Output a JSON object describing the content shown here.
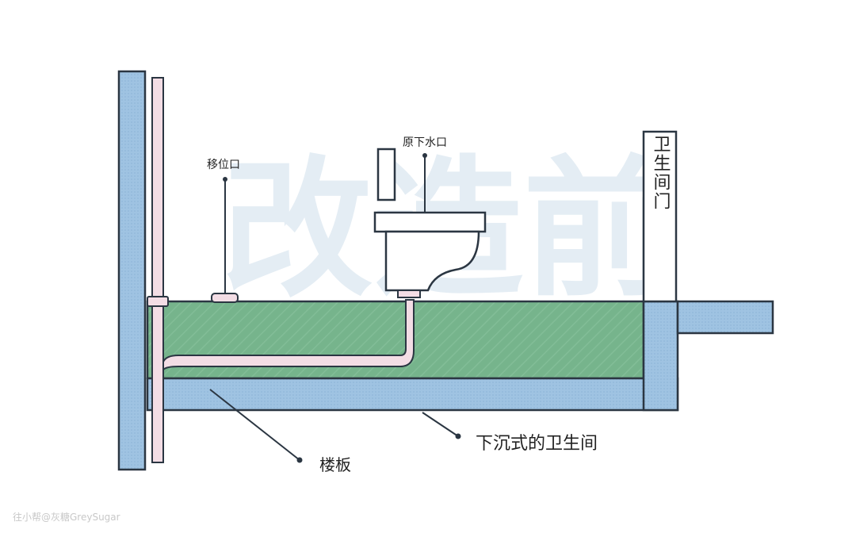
{
  "title_watermark": "改造前",
  "labels": {
    "relocated_outlet": "移位口",
    "original_drain": "原下水口",
    "bathroom_door": "卫生间门",
    "floor_slab": "楼板",
    "sunken_bathroom": "下沉式的卫生间"
  },
  "credit": "往小帮@灰糖GreySugar",
  "colors": {
    "slab_blue": "#9fc3e2",
    "fill_green": "#76b48c",
    "pipe_pink": "#f3dde5",
    "outline": "#2b3642",
    "watermark": "#e4edf4"
  }
}
